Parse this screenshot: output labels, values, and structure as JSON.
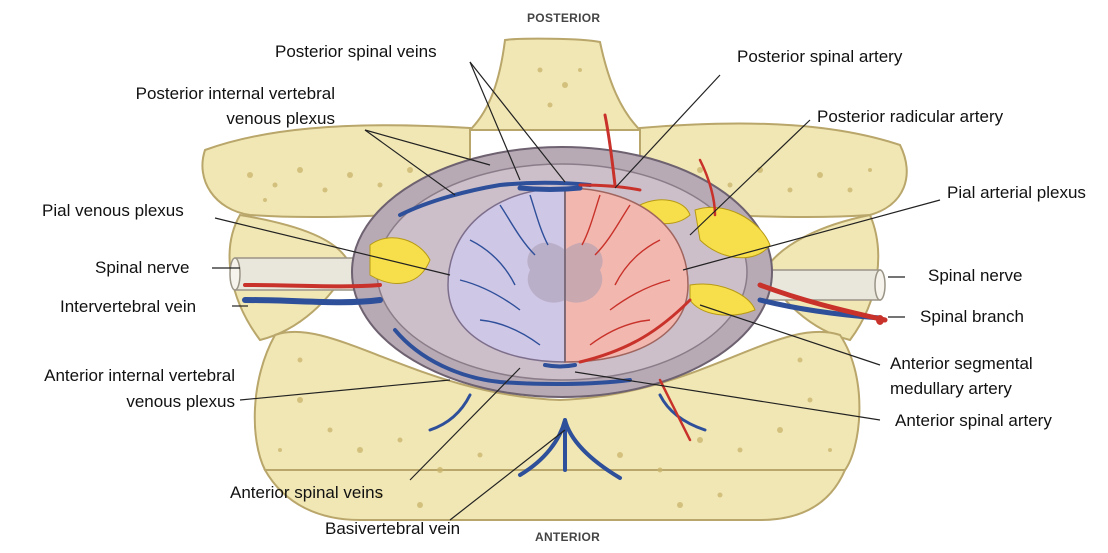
{
  "orientation": {
    "top": "POSTERIOR",
    "bottom": "ANTERIOR"
  },
  "labels": {
    "posterior_spinal_veins": "Posterior spinal veins",
    "posterior_internal_vertebral_venous_plexus": [
      "Posterior internal vertebral",
      "venous plexus"
    ],
    "pial_venous_plexus": "Pial venous plexus",
    "spinal_nerve_left": "Spinal nerve",
    "intervertebral_vein": "Intervertebral vein",
    "anterior_internal_vertebral_venous_plexus": [
      "Anterior internal vertebral",
      "venous plexus"
    ],
    "anterior_spinal_veins": "Anterior spinal veins",
    "basivertebral_vein": "Basivertebral vein",
    "posterior_spinal_artery": "Posterior spinal artery",
    "posterior_radicular_artery": "Posterior radicular artery",
    "pial_arterial_plexus": "Pial arterial plexus",
    "spinal_nerve_right": "Spinal nerve",
    "spinal_branch": "Spinal branch",
    "anterior_segmental_medullary_artery": [
      "Anterior segmental",
      "medullary artery"
    ],
    "anterior_spinal_artery": "Anterior spinal artery"
  },
  "colors": {
    "bone": "#f1e7b4",
    "bone_edge": "#b9a66a",
    "cord_left": "#cfc7e6",
    "cord_right": "#f2b8b0",
    "dura": "#b7aab5",
    "fat": "#f6df4a",
    "vein": "#2e4f9a",
    "artery": "#c8322a",
    "nerve": "#e9e6dc",
    "leader": "#222222"
  }
}
